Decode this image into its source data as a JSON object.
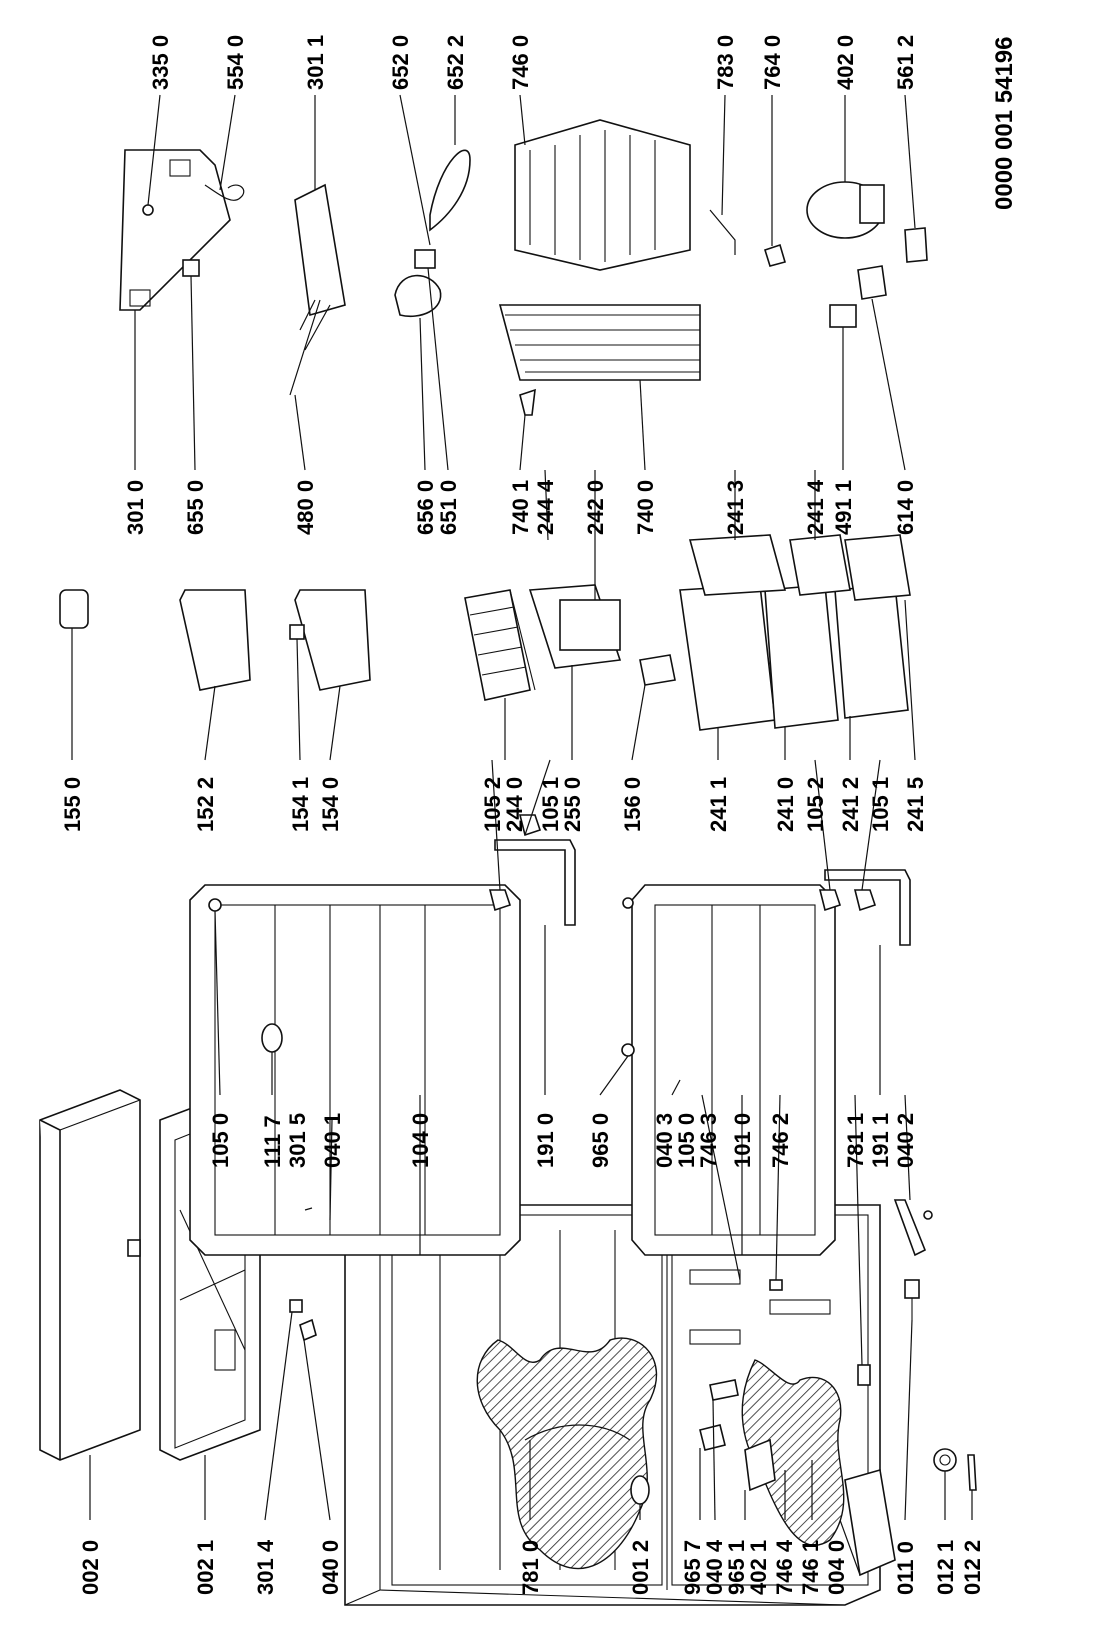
{
  "drawing_code": "0000 001 54196",
  "labels": [
    {
      "id": "l0200",
      "text": "002 0"
    },
    {
      "id": "l0021",
      "text": "002 1"
    },
    {
      "id": "l3014",
      "text": "301 4"
    },
    {
      "id": "l0400",
      "text": "040 0"
    },
    {
      "id": "l7810",
      "text": "781 0"
    },
    {
      "id": "l0012",
      "text": "001 2"
    },
    {
      "id": "l9657",
      "text": "965 7"
    },
    {
      "id": "l0404",
      "text": "040 4"
    },
    {
      "id": "l9651",
      "text": "965 1"
    },
    {
      "id": "l4021",
      "text": "402 1"
    },
    {
      "id": "l7464",
      "text": "746 4"
    },
    {
      "id": "l7461",
      "text": "746 1"
    },
    {
      "id": "l0040",
      "text": "004 0"
    },
    {
      "id": "l0110",
      "text": "011 0"
    },
    {
      "id": "l0121",
      "text": "012 1"
    },
    {
      "id": "l0122",
      "text": "012 2"
    },
    {
      "id": "l1050a",
      "text": "105 0"
    },
    {
      "id": "l1117",
      "text": "111 7"
    },
    {
      "id": "l3015",
      "text": "301 5"
    },
    {
      "id": "l0401",
      "text": "040 1"
    },
    {
      "id": "l1040",
      "text": "104 0"
    },
    {
      "id": "l1910",
      "text": "191 0"
    },
    {
      "id": "l9650",
      "text": "965 0"
    },
    {
      "id": "l0403",
      "text": "040 3"
    },
    {
      "id": "l1050b",
      "text": "105 0"
    },
    {
      "id": "l7463",
      "text": "746 3"
    },
    {
      "id": "l1010",
      "text": "101 0"
    },
    {
      "id": "l7462",
      "text": "746 2"
    },
    {
      "id": "l7811",
      "text": "781 1"
    },
    {
      "id": "l1911",
      "text": "191 1"
    },
    {
      "id": "l0402",
      "text": "040 2"
    },
    {
      "id": "l1550",
      "text": "155 0"
    },
    {
      "id": "l1522",
      "text": "152 2"
    },
    {
      "id": "l1541",
      "text": "154 1"
    },
    {
      "id": "l1540",
      "text": "154 0"
    },
    {
      "id": "l1052a",
      "text": "105 2"
    },
    {
      "id": "l2440",
      "text": "244 0"
    },
    {
      "id": "l1051a",
      "text": "105 1"
    },
    {
      "id": "l2550",
      "text": "255 0"
    },
    {
      "id": "l1560",
      "text": "156 0"
    },
    {
      "id": "l2411",
      "text": "241 1"
    },
    {
      "id": "l2410",
      "text": "241 0"
    },
    {
      "id": "l1052b",
      "text": "105 2"
    },
    {
      "id": "l2412",
      "text": "241 2"
    },
    {
      "id": "l1051b",
      "text": "105 1"
    },
    {
      "id": "l2415",
      "text": "241 5"
    },
    {
      "id": "l3010",
      "text": "301 0"
    },
    {
      "id": "l6550",
      "text": "655 0"
    },
    {
      "id": "l4800",
      "text": "480 0"
    },
    {
      "id": "l6560",
      "text": "656 0"
    },
    {
      "id": "l6510",
      "text": "651 0"
    },
    {
      "id": "l7401",
      "text": "740 1"
    },
    {
      "id": "l2444",
      "text": "244 4"
    },
    {
      "id": "l2420",
      "text": "242 0"
    },
    {
      "id": "l7400",
      "text": "740 0"
    },
    {
      "id": "l2413",
      "text": "241 3"
    },
    {
      "id": "l2414",
      "text": "241 4"
    },
    {
      "id": "l4911",
      "text": "491 1"
    },
    {
      "id": "l6140",
      "text": "614 0"
    },
    {
      "id": "l3350",
      "text": "335 0"
    },
    {
      "id": "l5540",
      "text": "554 0"
    },
    {
      "id": "l3011",
      "text": "301 1"
    },
    {
      "id": "l6520",
      "text": "652 0"
    },
    {
      "id": "l6522",
      "text": "652 2"
    },
    {
      "id": "l7460",
      "text": "746 0"
    },
    {
      "id": "l7830",
      "text": "783 0"
    },
    {
      "id": "l7640",
      "text": "764 0"
    },
    {
      "id": "l4020",
      "text": "402 0"
    },
    {
      "id": "l5612",
      "text": "561 2"
    }
  ]
}
